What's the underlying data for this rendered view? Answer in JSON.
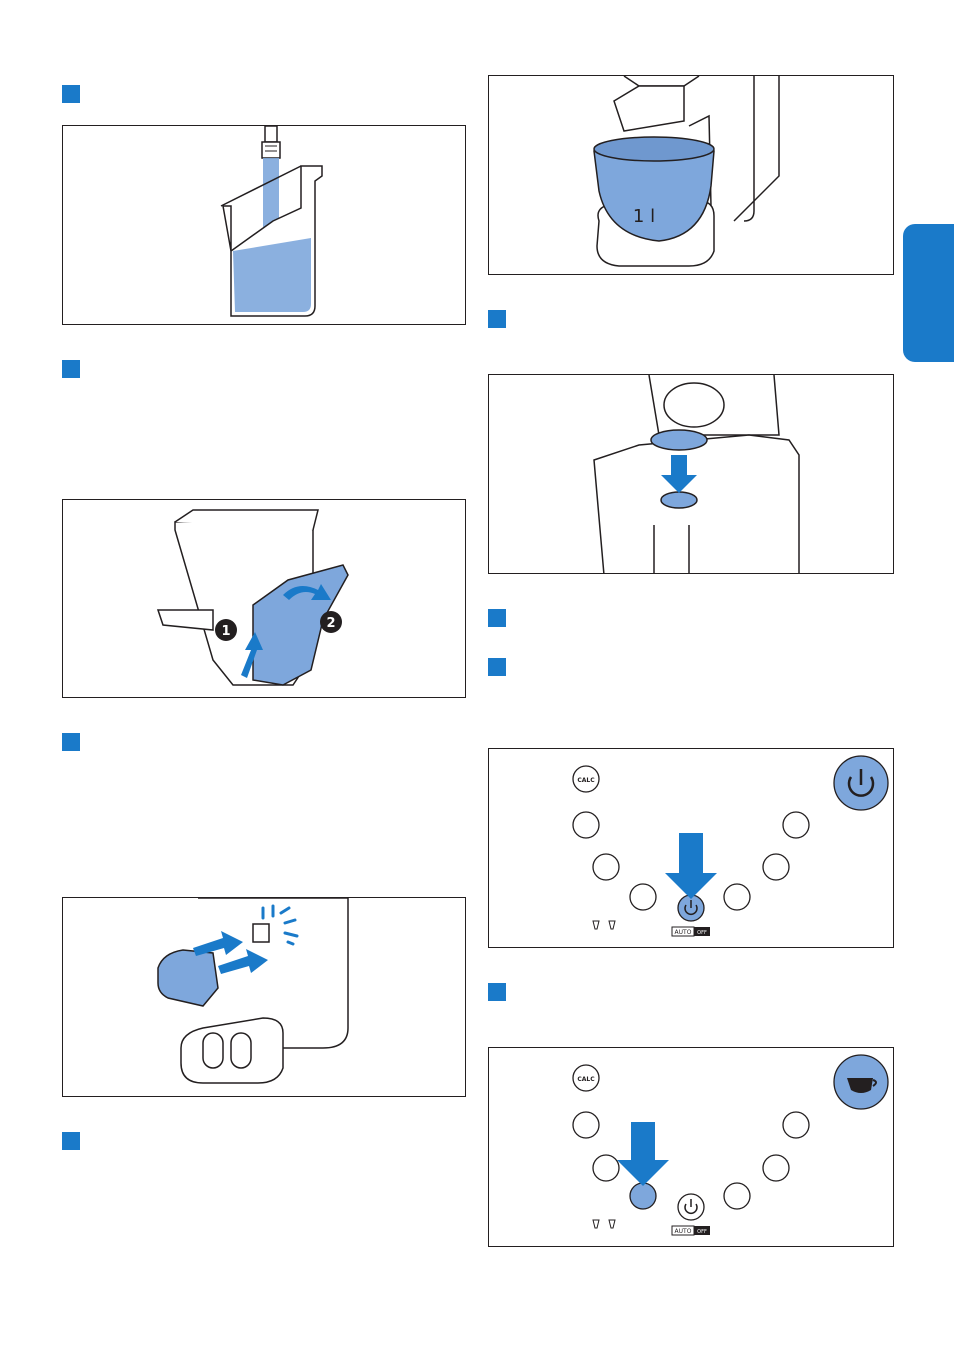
{
  "left_column": {
    "steps": [
      {
        "marker": "step-marker"
      },
      {
        "marker": "step-marker"
      },
      {
        "marker": "step-marker"
      },
      {
        "marker": "step-marker"
      }
    ]
  },
  "right_column": {
    "measuring_cup_label": "1 l",
    "callouts": [
      "1",
      "2"
    ],
    "control_panel": {
      "calc_label": "CALC",
      "auto_label": "AUTO",
      "off_label": "OFF"
    }
  },
  "colors": {
    "accent": "#1a7ac9",
    "water": "#7ea7dc",
    "outline": "#231f20"
  },
  "icons": [
    "faucet-icon",
    "water-tank-icon",
    "coffee-machine-icon",
    "power-icon",
    "coffee-cup-icon",
    "calc-icon"
  ]
}
